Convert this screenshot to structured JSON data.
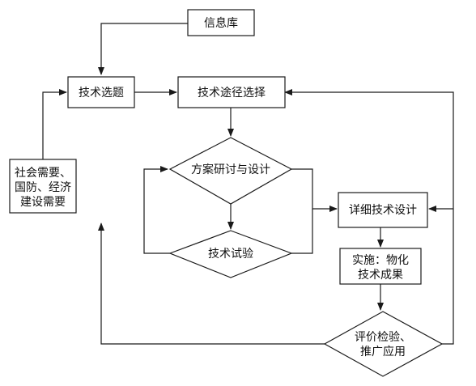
{
  "nodes": {
    "info_library": "信息库",
    "tech_topic": "技术选题",
    "tech_path": "技术途径选择",
    "social_needs": [
      "社会需要、",
      "国防、经济",
      "建设需要"
    ],
    "plan_design": "方案研讨与设计",
    "tech_test": "技术试验",
    "detailed_design": "详细技术设计",
    "implementation": [
      "实施：物化",
      "技术成果"
    ],
    "evaluation": [
      "评价检验、",
      "推广应用"
    ]
  }
}
